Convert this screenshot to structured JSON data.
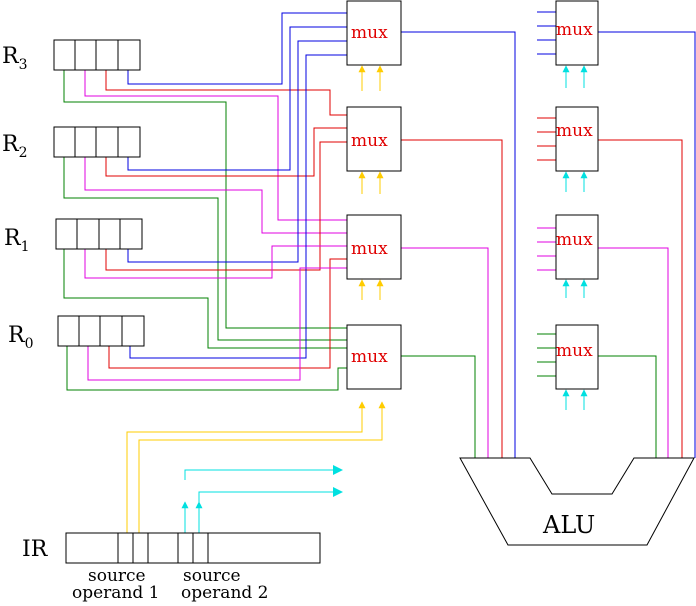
{
  "registers": [
    {
      "label": "R",
      "sub": "3"
    },
    {
      "label": "R",
      "sub": "2"
    },
    {
      "label": "R",
      "sub": "1"
    },
    {
      "label": "R",
      "sub": "0"
    }
  ],
  "mux_label": "mux",
  "alu_label": "ALU",
  "ir_label": "IR",
  "source_operand_1": [
    "source",
    "operand 1"
  ],
  "source_operand_2": [
    "source",
    "operand 2"
  ],
  "colors": {
    "bit3": "#0000e0",
    "bit2": "#e00000",
    "bit1": "#e000e0",
    "bit0": "#008000",
    "select1": "#ffcc00",
    "select2": "#00e0e0",
    "mux_text": "#e00000"
  }
}
